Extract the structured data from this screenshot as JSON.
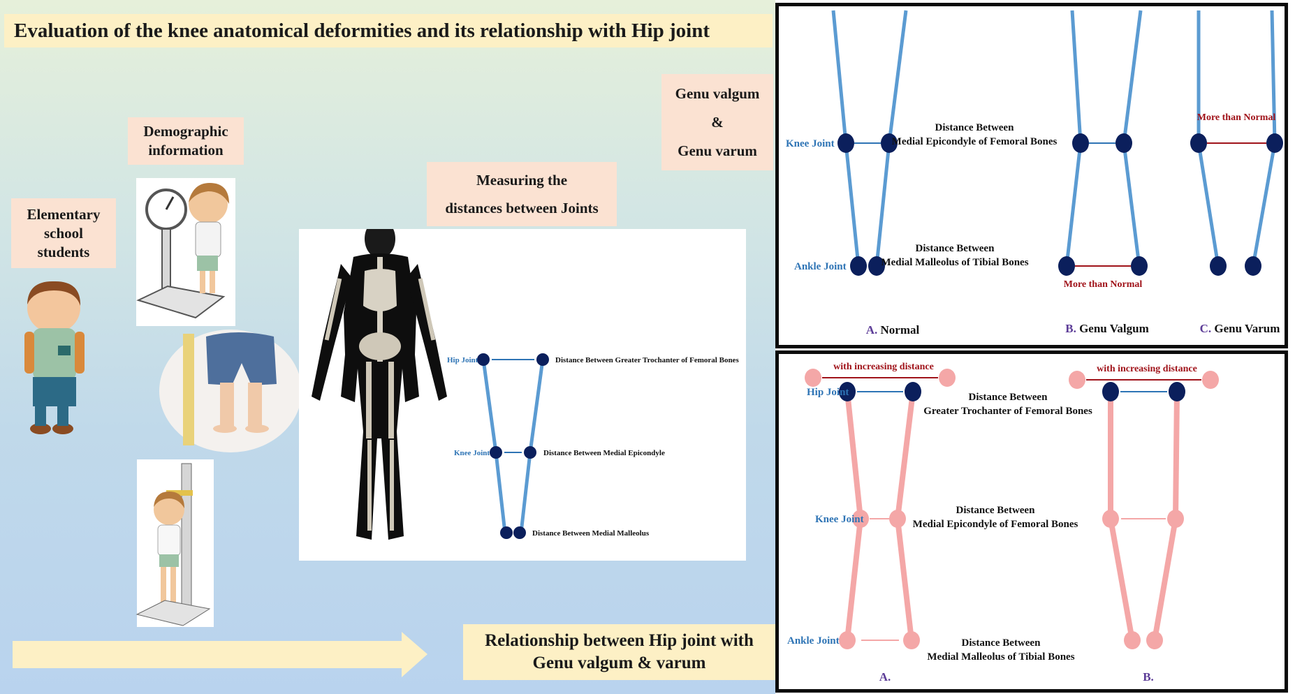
{
  "title": "Evaluation of the knee anatomical deformities and its relationship with Hip joint",
  "left": {
    "elementary": [
      "Elementary",
      "school",
      "students"
    ],
    "demographic": [
      "Demographic",
      "information"
    ],
    "measuring": [
      "Measuring the",
      "distances between Joints"
    ],
    "genu": [
      "Genu valgum",
      "&",
      "Genu varum"
    ],
    "relationship": [
      "Relationship between Hip joint with",
      "Genu valgum & varum"
    ]
  },
  "measure_panel": {
    "hip_joint": "Hip Joint",
    "knee_joint": "Knee Joint",
    "dist_greater_trochanter": "Distance Between Greater Trochanter of Femoral Bones",
    "dist_medial_epicondyle": "Distance Between Medial Epicondyle",
    "dist_medial_malleolus": "Distance Between Medial Malleolus"
  },
  "top_panel": {
    "knee_joint": "Knee Joint",
    "ankle_joint": "Ankle Joint",
    "dist_epicondyle": [
      "Distance Between",
      "Medial Epicondyle of Femoral Bones"
    ],
    "dist_malleolus": [
      "Distance Between",
      "Medial Malleolus of Tibial Bones"
    ],
    "more_than_normal": "More than Normal",
    "captions": [
      {
        "letter": "A.",
        "text": " Normal"
      },
      {
        "letter": "B.",
        "text": " Genu Valgum"
      },
      {
        "letter": "C.",
        "text": " Genu Varum"
      }
    ]
  },
  "bottom_panel": {
    "hip_joint": "Hip Joint",
    "knee_joint": "Knee Joint",
    "ankle_joint": "Ankle Joint",
    "with_increasing_distance": "with increasing distance",
    "dist_trochanter": [
      "Distance Between",
      "Greater Trochanter of Femoral Bones"
    ],
    "dist_epicondyle": [
      "Distance Between",
      "Medial Epicondyle of Femoral Bones"
    ],
    "dist_malleolus": [
      "Distance Between",
      "Medial Malleolus of Tibial Bones"
    ],
    "captions": [
      "A.",
      "B."
    ]
  },
  "colors": {
    "bone_blue": "#5b9bd2",
    "joint_navy": "#0b1f5c",
    "pink": "#f4a7a7",
    "red_label": "#a0131a",
    "caption_purple": "#5c3c97",
    "label_blue": "#2e74b5"
  }
}
